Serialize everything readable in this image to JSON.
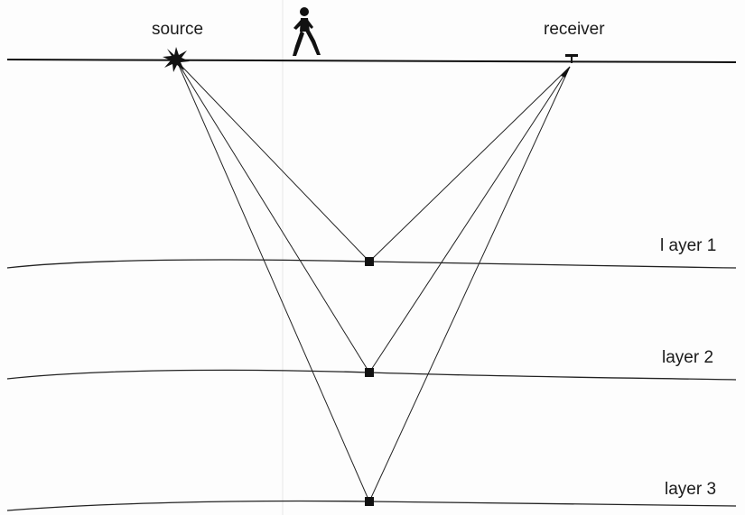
{
  "labels": {
    "source": "source",
    "receiver": "receiver",
    "layer1": "l ayer 1",
    "layer2": "layer 2",
    "layer3": "layer 3"
  },
  "icons": {
    "walker": "walking-person-icon",
    "source": "explosion-icon",
    "receiver": "geophone-icon"
  },
  "colors": {
    "ink": "#222222",
    "background": "#fdfdfd"
  }
}
